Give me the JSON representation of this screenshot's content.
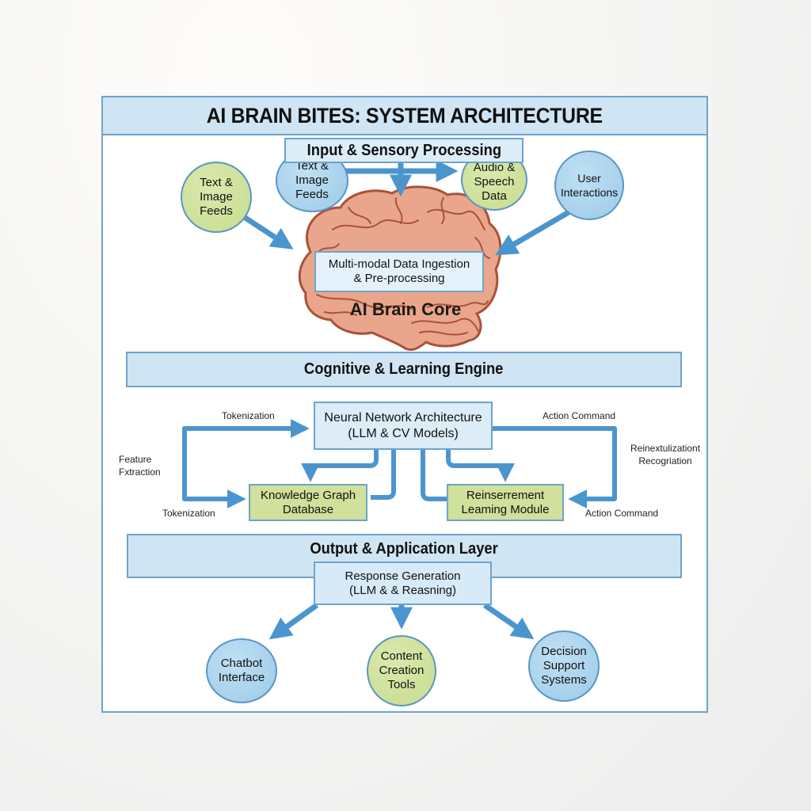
{
  "title": "AI BRAIN BITES: SYSTEM ARCHITECTURE",
  "colors": {
    "band_fill": "#cfe5f3",
    "border": "#6fa3cc",
    "arrow": "#4b95cf",
    "blue_node": "#a9d3ec",
    "green_node": "#cfe19a",
    "brain_fill": "#e9a48a",
    "brain_stroke": "#a8523a"
  },
  "input_section": {
    "header": "Input & Sensory Processing",
    "nodes": [
      {
        "label": "Text &\nImage\nFeeds",
        "style": "green"
      },
      {
        "label": "Text &\nImage\nFeeds",
        "style": "blue"
      },
      {
        "label": "Audio &\nSpeech\nData",
        "style": "green"
      },
      {
        "label": "User\nInteractions",
        "style": "blue"
      }
    ],
    "ingestion_box": "Multi-modal Data Ingestion\n& Pre-processing",
    "brain_core_label": "AI Brain Core"
  },
  "cognitive_section": {
    "header": "Cognitive & Learning Engine",
    "neural_box": "Neural Network Architecture\n(LLM & CV Models)",
    "knowledge_box": "Knowledge Graph\nDatabase",
    "reinforcement_box": "Reinserrement\nLeaming Module",
    "labels": {
      "tokenization_top": "Tokenization",
      "tokenization_bottom": "Tokenization",
      "feature_extraction": "Feature\nFxtraction",
      "action_command_top": "Action Command",
      "action_command_bottom": "Action Command",
      "reinext": "Reinextulizationt\nRecogriation"
    }
  },
  "output_section": {
    "header": "Output & Application Layer",
    "response_box": "Response Generation\n(LLM & & Reasning)",
    "nodes": [
      {
        "label": "Chatbot\nInterface",
        "style": "blue"
      },
      {
        "label": "Content\nCreation\nTools",
        "style": "green"
      },
      {
        "label": "Decision\nSupport\nSystems",
        "style": "blue"
      }
    ]
  }
}
